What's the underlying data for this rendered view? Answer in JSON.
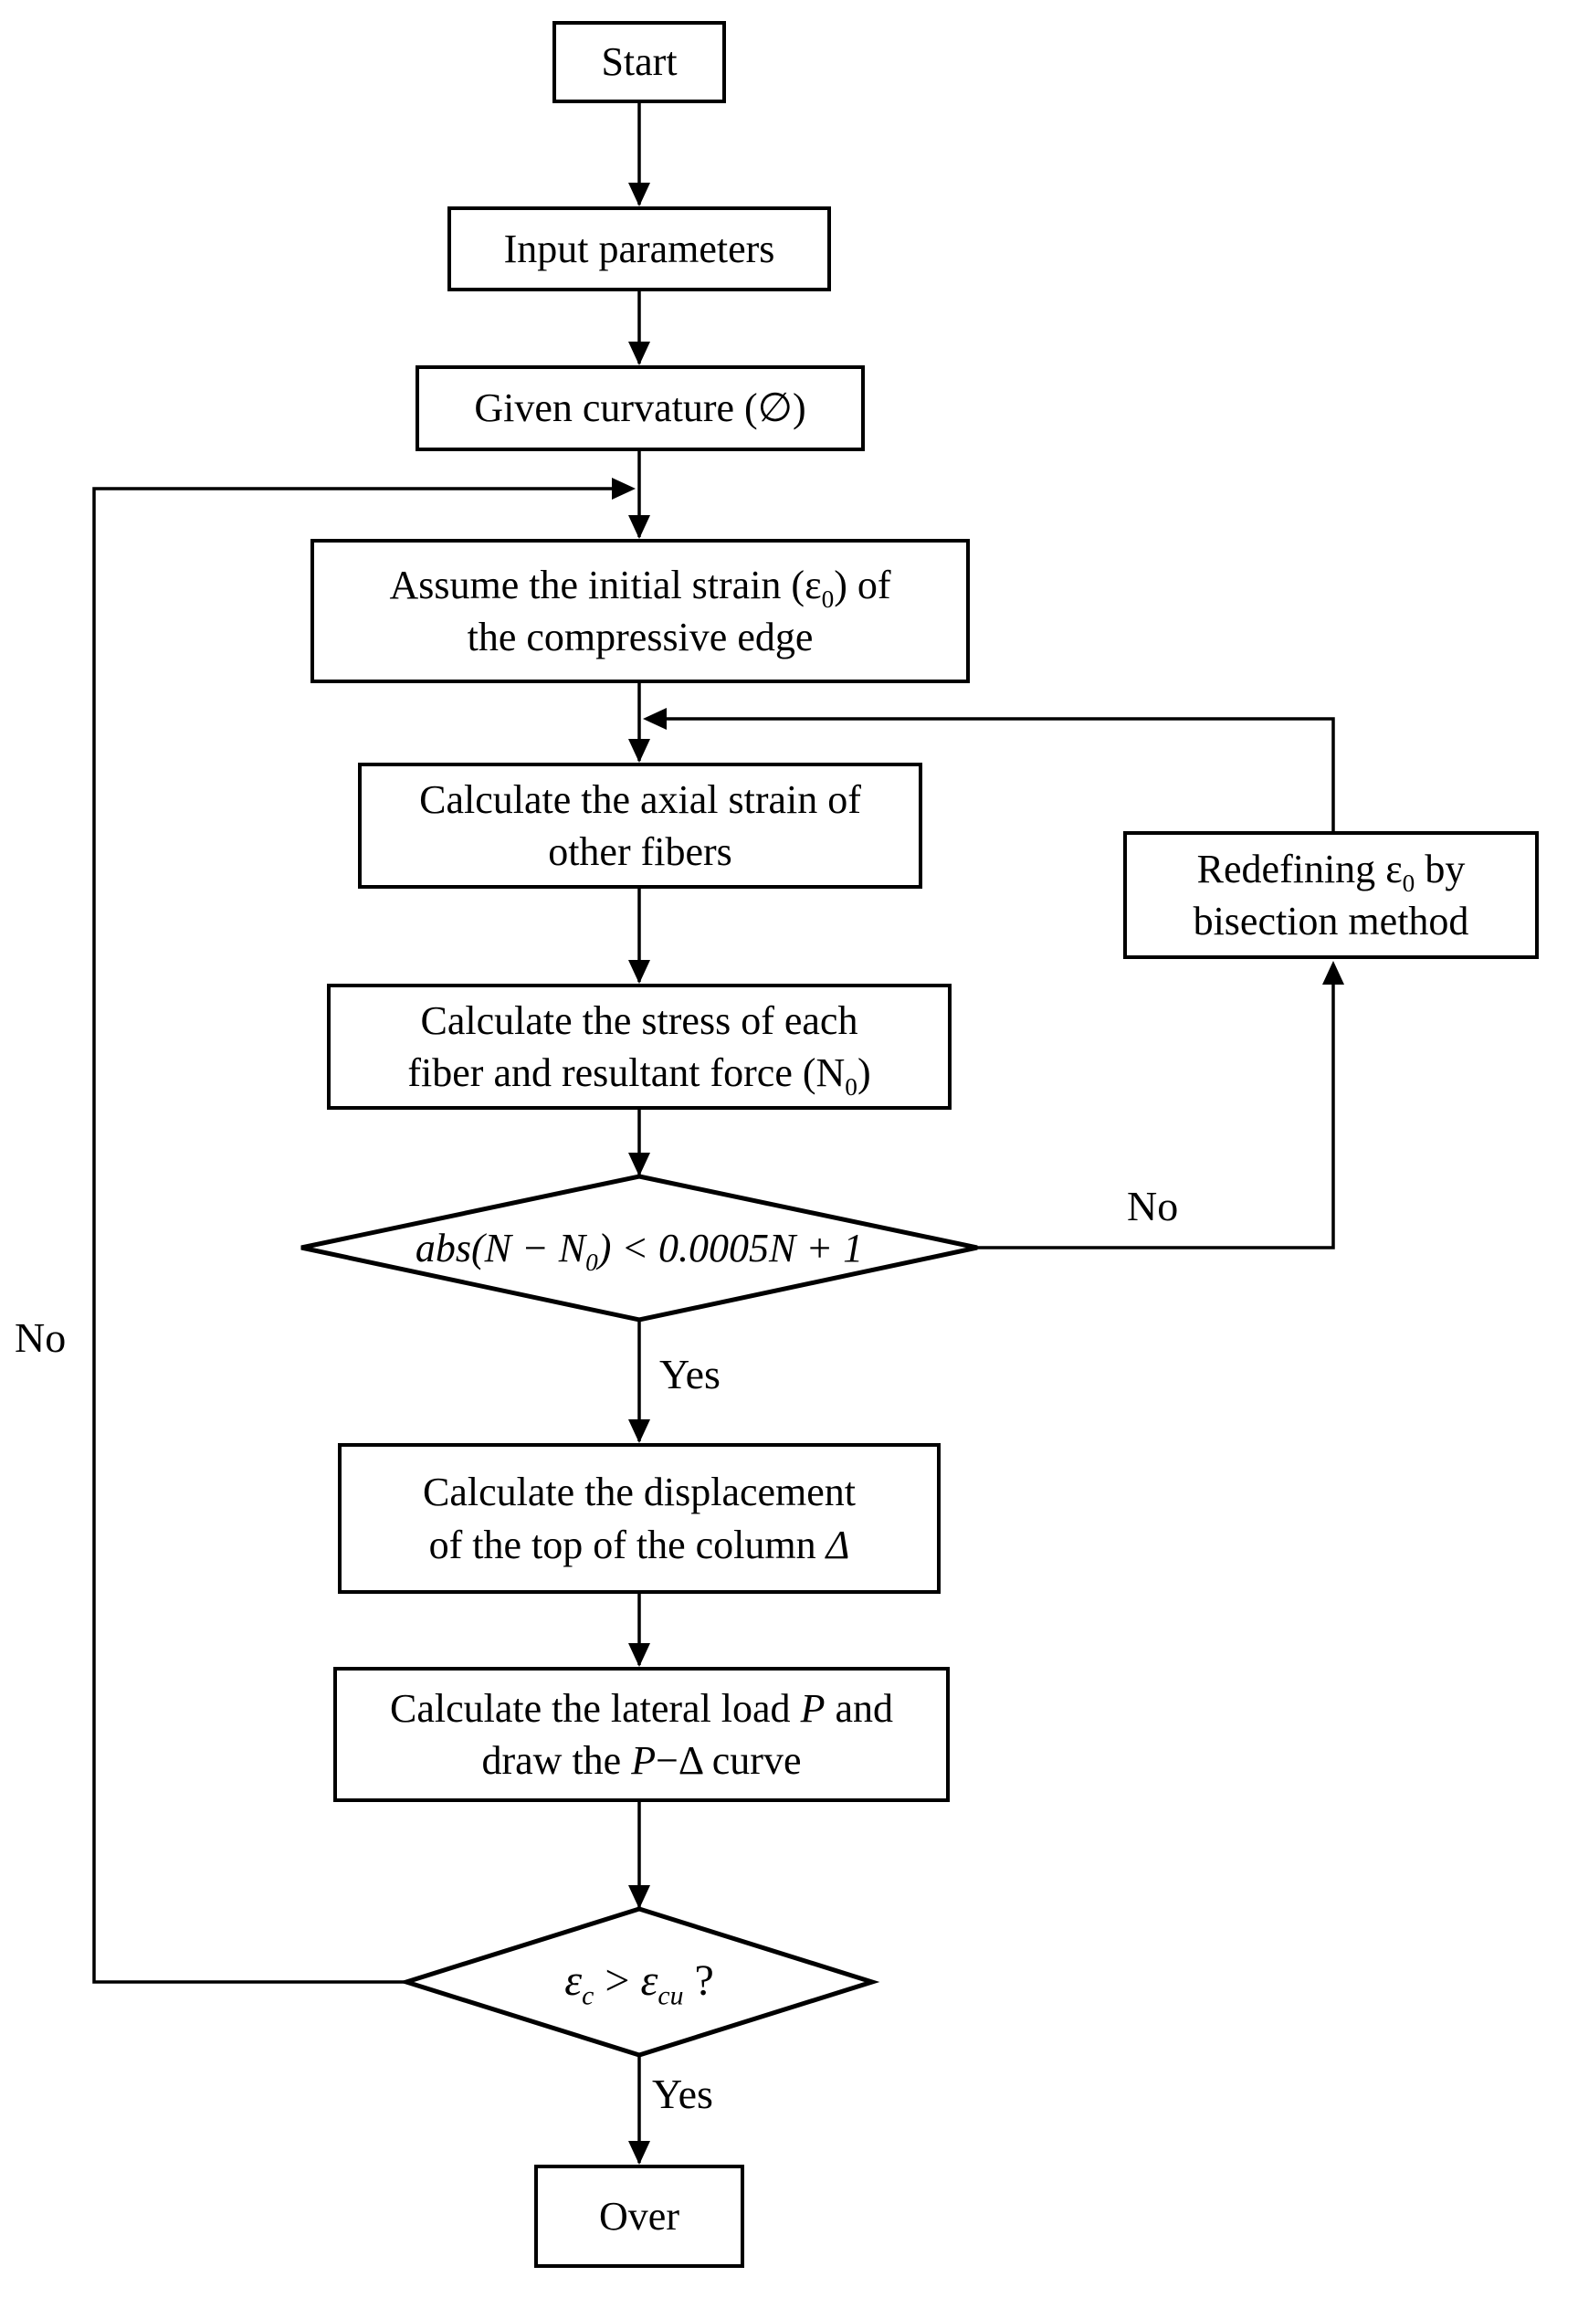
{
  "nodes": {
    "start": {
      "text": "Start"
    },
    "input": {
      "text": "Input parameters"
    },
    "given": {
      "text": "Given curvature (∅)"
    },
    "assume": {
      "l1a": "Assume the initial strain (",
      "eps": "ε",
      "sub0": "0",
      "l1b": ") of",
      "l2": "the compressive edge"
    },
    "axial": {
      "l1": "Calculate the axial strain of",
      "l2": "other fibers"
    },
    "stress": {
      "l1": "Calculate the stress of each",
      "l2a": "fiber and resultant force (",
      "n": "N",
      "sub0": "0",
      "l2b": ")"
    },
    "redefine": {
      "l1a": "Redefining ",
      "eps": "ε",
      "sub0": "0",
      "l1b": " by",
      "l2": "bisection method"
    },
    "displacement": {
      "l1": "Calculate the displacement",
      "l2a": "of the top of the column ",
      "delta": "Δ"
    },
    "lateral": {
      "l1a": "Calculate the lateral load ",
      "p": "P",
      "l1b": " and",
      "l2a": "draw the ",
      "p2": "P",
      "l2b": "−Δ curve"
    },
    "over": {
      "text": "Over"
    }
  },
  "decisions": {
    "force_check": {
      "a": "abs(N − N",
      "sub0": "0",
      "b": ") < 0.0005N + 1"
    },
    "strain_check": {
      "e1": "ε",
      "s1": "c",
      "op": " > ",
      "e2": "ε",
      "s2": "cu",
      "q": " ?"
    }
  },
  "branch_labels": {
    "no_right": "No",
    "yes_mid": "Yes",
    "no_left": "No",
    "yes_bottom": "Yes"
  },
  "colors": {
    "stroke": "#000000",
    "background": "#ffffff"
  }
}
